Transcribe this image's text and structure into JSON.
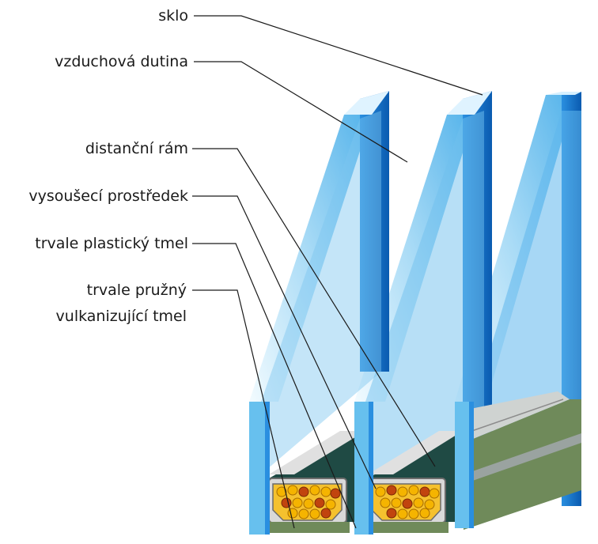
{
  "labels": {
    "sklo": "sklo",
    "vzduchova_dutina": "vzduchová dutina",
    "distancni_ram": "distanční rám",
    "vysouseci_prostredek": "vysoušecí prostředek",
    "trvale_plasticky_tmel": "trvale plastický tmel",
    "trvale_pruzny_line1": "trvale pružný",
    "trvale_pruzny_line2": "vulkanizující tmel"
  },
  "colors": {
    "glass_light": "#bfe3f7",
    "glass_mid": "#6cc0ec",
    "glass_dark": "#1a7fd0",
    "glass_edge": "#0b5fb0",
    "spacer_grey": "#d9d9d9",
    "spacer_dark": "#6b6b6b",
    "butyl_dark": "#1f4a44",
    "sealant_green": "#6f8a5a",
    "desiccant_yellow": "#f5b400",
    "desiccant_red": "#c1440e"
  }
}
